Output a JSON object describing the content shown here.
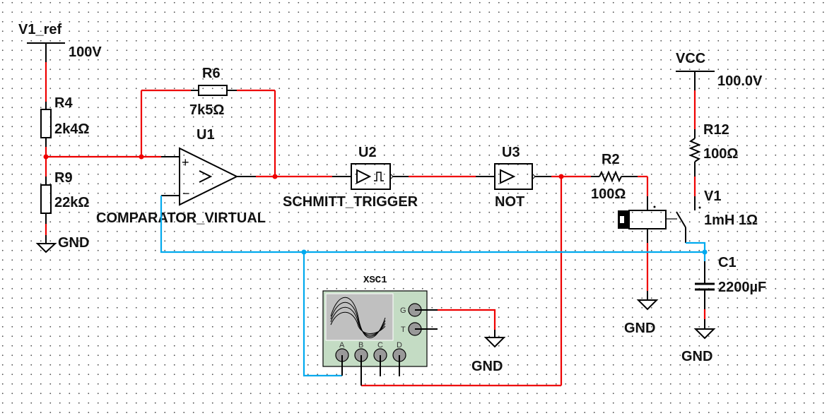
{
  "app": "Circuit schematic",
  "colors": {
    "wire_red": "#ee0000",
    "wire_blue": "#00aaee",
    "scope_body": "#c4dcc4",
    "scope_screen": "#c0c0c0"
  },
  "components": {
    "v1_ref": {
      "name": "V1_ref",
      "value": "100V"
    },
    "r4": {
      "name": "R4",
      "value": "2k4Ω"
    },
    "r9": {
      "name": "R9",
      "value": "22kΩ"
    },
    "r6": {
      "name": "R6",
      "value": "7k5Ω"
    },
    "u1": {
      "name": "U1",
      "model": "COMPARATOR_VIRTUAL",
      "plus": "+",
      "minus": "−",
      "symbol": ">"
    },
    "u2": {
      "name": "U2",
      "model": "SCHMITT_TRIGGER"
    },
    "u3": {
      "name": "U3",
      "model": "NOT"
    },
    "r2": {
      "name": "R2",
      "value": "100Ω"
    },
    "vcc": {
      "name": "VCC",
      "value": "100.0V"
    },
    "r12": {
      "name": "R12",
      "value": "100Ω"
    },
    "v1": {
      "name": "V1",
      "value": "1mH 1Ω"
    },
    "c1": {
      "name": "C1",
      "value": "2200µF"
    },
    "xsc1": {
      "name": "XSC1",
      "terminals": [
        "A",
        "B",
        "C",
        "D"
      ],
      "g": "G",
      "t": "T"
    }
  },
  "grounds": [
    "GND",
    "GND",
    "GND",
    "GND"
  ]
}
